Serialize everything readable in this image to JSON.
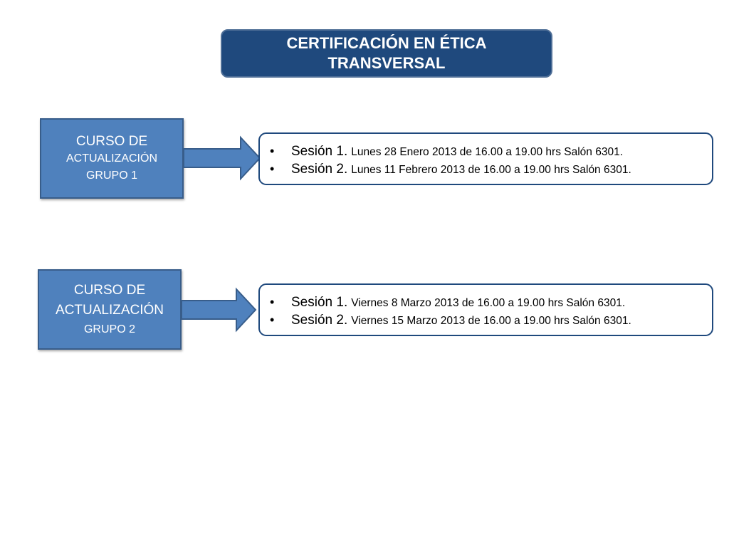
{
  "title": {
    "line1": "CERTIFICACIÓN EN ÉTICA",
    "line2": "TRANSVERSAL"
  },
  "groups": [
    {
      "course": {
        "line1": "CURSO DE",
        "line2": "ACTUALIZACIÓN",
        "line3": "GRUPO 1"
      },
      "sessions": [
        {
          "name": "Sesión 1.",
          "detail": "Lunes 28 Enero 2013 de 16.00 a 19.00 hrs Salón 6301."
        },
        {
          "name": "Sesión 2.",
          "detail": "Lunes 11 Febrero 2013 de 16.00 a 19.00  hrs Salón 6301."
        }
      ]
    },
    {
      "course": {
        "line1": "CURSO DE",
        "line2": "ACTUALIZACIÓN",
        "line3": "GRUPO 2"
      },
      "sessions": [
        {
          "name": "Sesión 1.",
          "detail": "Viernes 8 Marzo 2013 de 16.00 a 19.00 hrs Salón 6301."
        },
        {
          "name": "Sesión 2.",
          "detail": "Viernes 15 Marzo 2013 de 16.00 a 19.00  hrs Salón 6301."
        }
      ]
    }
  ],
  "bullet": "•",
  "colors": {
    "title_fill": "#1f497d",
    "course_fill": "#4f81bd",
    "border": "#1f497d"
  }
}
